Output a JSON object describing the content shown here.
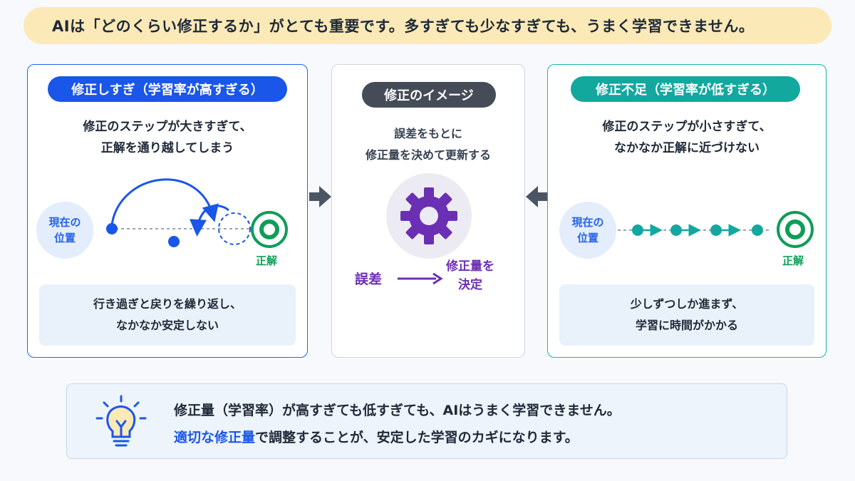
{
  "banner": {
    "text": "AIは「どのくらい修正するか」がとても重要です。多すぎても少なすぎても、うまく学習できません。"
  },
  "left": {
    "title": "修正しすぎ（学習率が高すぎる）",
    "desc_line1": "修正のステップが大きすぎて、",
    "desc_line2": "正解を通り越してしまう",
    "current_line1": "現在の",
    "current_line2": "位置",
    "target": "正解",
    "note_line1": "行き過ぎと戻りを繰り返し、",
    "note_line2": "なかなか安定しない"
  },
  "middle": {
    "title": "修正のイメージ",
    "desc_line1": "誤差をもとに",
    "desc_line2": "修正量を決めて更新する",
    "gear_icon": "gear-icon",
    "error_label": "誤差",
    "result_line1": "修正量を",
    "result_line2": "決定"
  },
  "right": {
    "title": "修正不足（学習率が低すぎる）",
    "desc_line1": "修正のステップが小さすぎて、",
    "desc_line2": "なかなか正解に近づけない",
    "current_line1": "現在の",
    "current_line2": "位置",
    "target": "正解",
    "note_line1": "少しずつしか進まず、",
    "note_line2": "学習に時間がかかる"
  },
  "summary": {
    "icon": "lightbulb-icon",
    "line1": "修正量（学習率）が高すぎても低すぎても、AIはうまく学習できません。",
    "line2_highlight": "適切な修正量",
    "line2_rest": "で調整することが、安定した学習のカギになります。"
  },
  "colors": {
    "blue": "#1a56e8",
    "teal": "#13a89e",
    "purple": "#6b2fb3",
    "green": "#0f9d58",
    "banner": "#fbe9b7"
  }
}
